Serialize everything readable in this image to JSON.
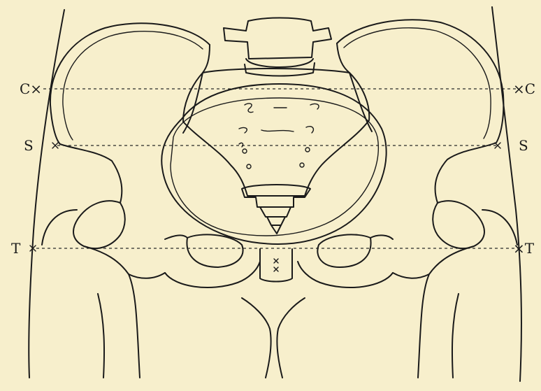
{
  "figure": {
    "labels": {
      "c_left": "C×",
      "c_right": "×C",
      "s_left": "S",
      "s_right": "S",
      "t_left": "T",
      "t_right": "×T"
    }
  }
}
